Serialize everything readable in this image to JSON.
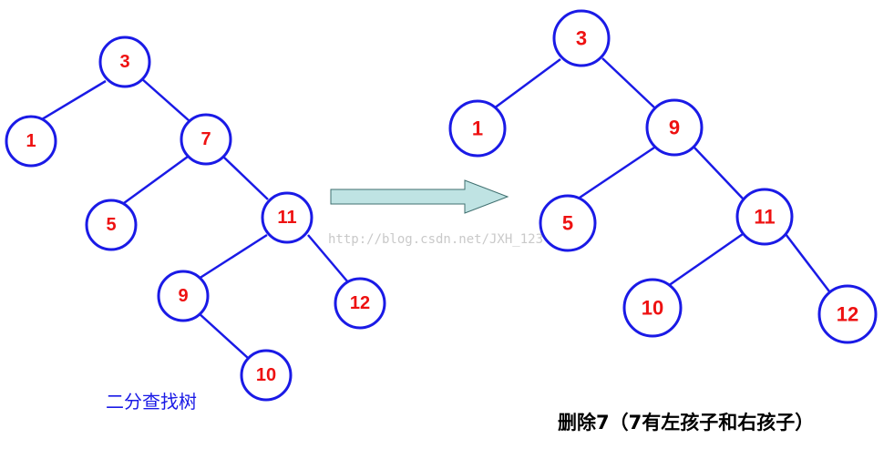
{
  "colors": {
    "node_stroke": "#1a1ae6",
    "node_label": "#ee1111",
    "edge": "#1a1ae6",
    "arrow_fill": "#bfe3e3",
    "arrow_stroke": "#3f6f6f",
    "caption_left": "#1a1ae6",
    "caption_right": "#000000",
    "watermark": "#c9c9c9"
  },
  "left_tree": {
    "caption": "二分查找树",
    "nodes": [
      "3",
      "1",
      "7",
      "5",
      "11",
      "9",
      "12",
      "10"
    ],
    "edges": [
      [
        "3",
        "1"
      ],
      [
        "3",
        "7"
      ],
      [
        "7",
        "5"
      ],
      [
        "7",
        "11"
      ],
      [
        "11",
        "9"
      ],
      [
        "11",
        "12"
      ],
      [
        "9",
        "10"
      ]
    ]
  },
  "right_tree": {
    "caption": "删除7（7有左孩子和右孩子）",
    "nodes": [
      "3",
      "1",
      "9",
      "5",
      "11",
      "10",
      "12"
    ],
    "edges": [
      [
        "3",
        "1"
      ],
      [
        "3",
        "9"
      ],
      [
        "9",
        "5"
      ],
      [
        "9",
        "11"
      ],
      [
        "11",
        "10"
      ],
      [
        "11",
        "12"
      ]
    ]
  },
  "arrow": {
    "direction": "right"
  },
  "watermark": "http://blog.csdn.net/JXH_123"
}
